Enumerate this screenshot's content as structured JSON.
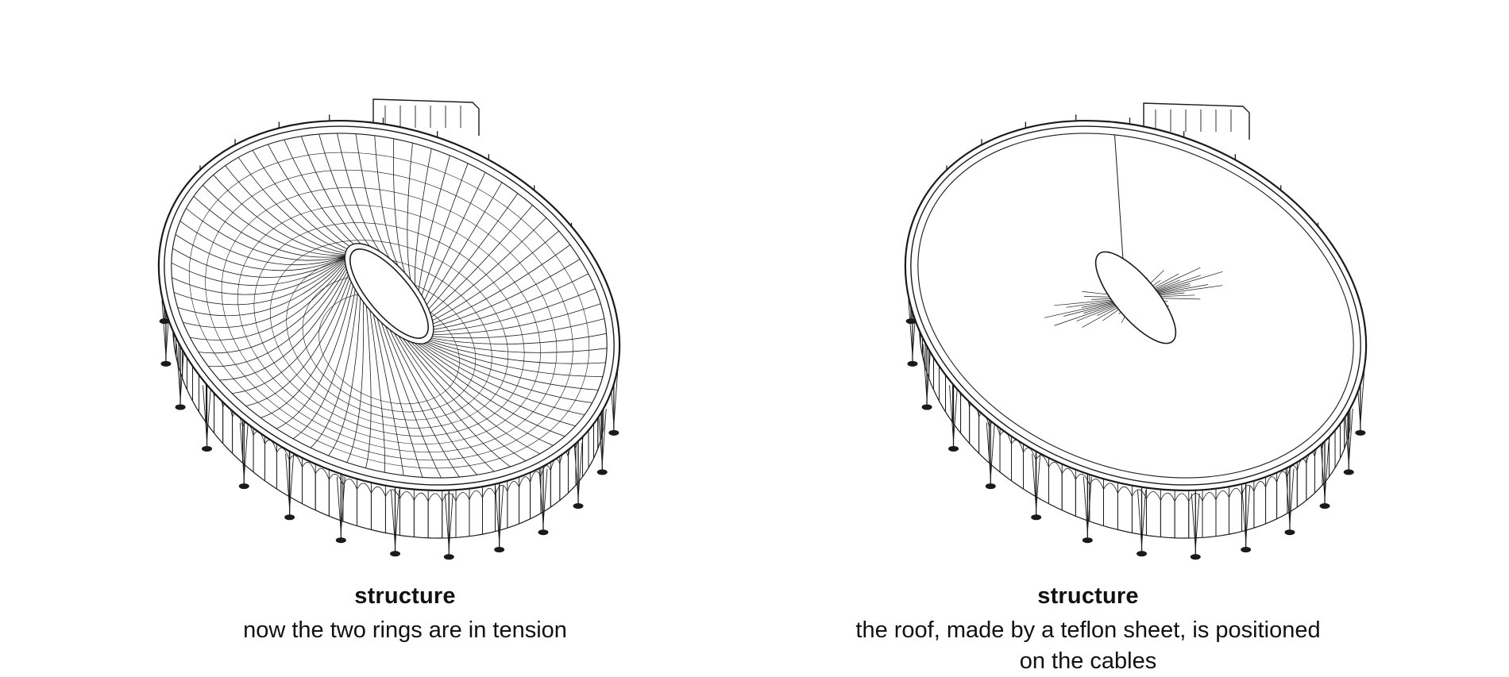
{
  "panels": [
    {
      "title": "structure",
      "description": "now the two rings are in tension"
    },
    {
      "title": "structure",
      "description": "the roof, made by a teflon sheet, is positioned on the cables"
    }
  ],
  "colors": {
    "line": "#1a1a1a",
    "background": "#ffffff"
  }
}
